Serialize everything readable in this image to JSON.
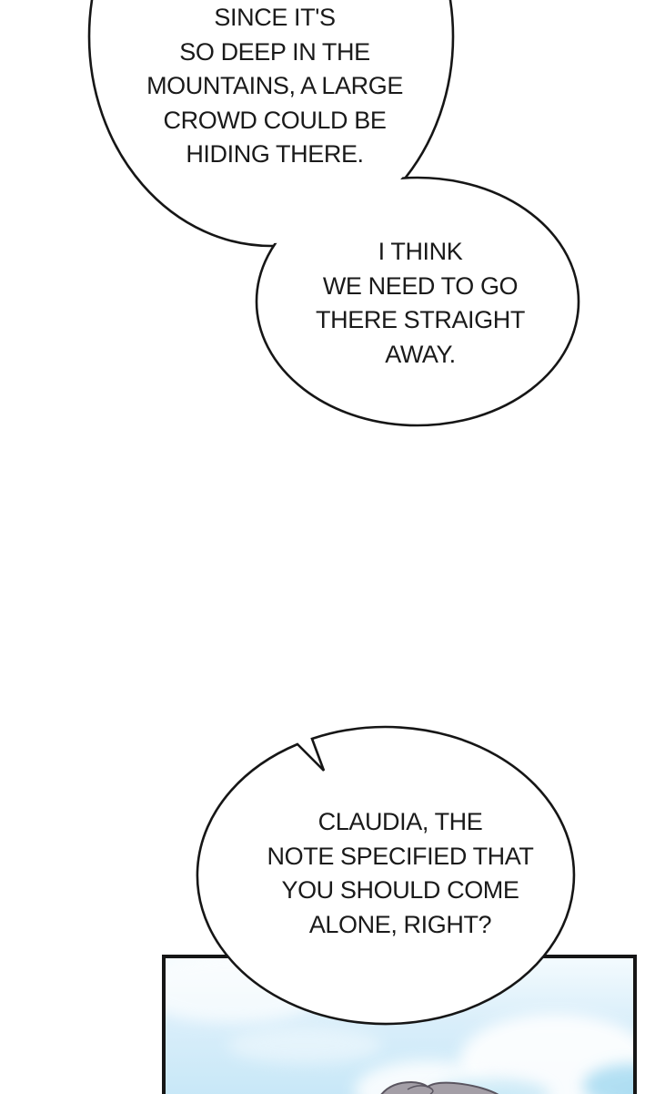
{
  "comic": {
    "bubble1": {
      "lines": [
        "SINCE IT'S",
        "SO DEEP IN THE",
        "MOUNTAINS, A LARGE",
        "CROWD COULD BE",
        "HIDING THERE."
      ]
    },
    "bubble2": {
      "lines": [
        "I THINK",
        "WE NEED TO GO",
        "THERE STRAIGHT",
        "AWAY."
      ]
    },
    "bubble3": {
      "lines": [
        "CLAUDIA, THE",
        "NOTE SPECIFIED THAT",
        "YOU SHOULD COME",
        "ALONE, RIGHT?"
      ]
    },
    "colors": {
      "ink": "#161616",
      "text": "#1a1a1a",
      "bubble_fill": "#ffffff",
      "page_background": "#ffffff",
      "sky_top": "#f4fbfe",
      "sky_mid": "#d9eefa",
      "sky_bottom": "#c6e7f7",
      "cloud_white": "#ffffff",
      "cloud_blue": "#a5daf1",
      "hair_gray": "#a49fa7",
      "hair_outline": "#5a5560"
    }
  }
}
